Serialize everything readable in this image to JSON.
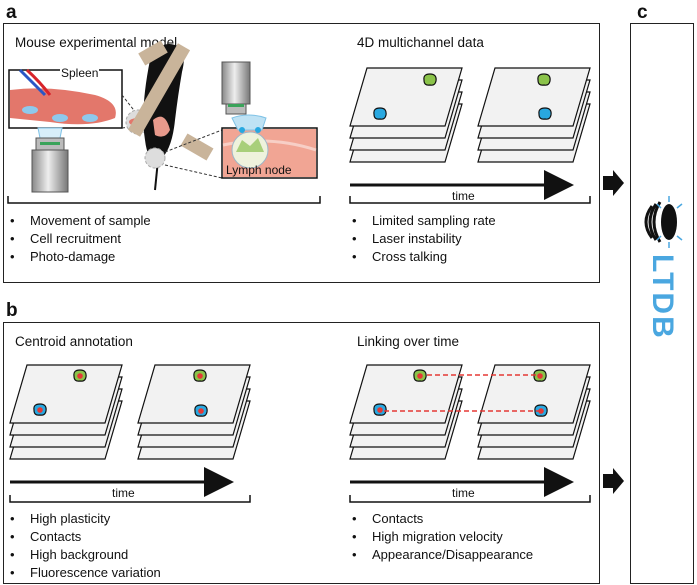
{
  "panels": {
    "a": {
      "letter": "a",
      "left": {
        "title": "Mouse experimental model",
        "spleen_label": "Spleen",
        "lymph_label": "Lymph node",
        "bullets": [
          "Movement of sample",
          "Cell recruitment",
          "Photo-damage"
        ]
      },
      "right": {
        "title": "4D multichannel data",
        "time_label": "time",
        "bullets": [
          "Limited sampling rate",
          "Laser instability",
          "Cross talking"
        ]
      }
    },
    "b": {
      "letter": "b",
      "left": {
        "title": "Centroid annotation",
        "time_label": "time",
        "bullets": [
          "High plasticity",
          "Contacts",
          "High background",
          "Fluorescence variation"
        ]
      },
      "right": {
        "title": "Linking over time",
        "time_label": "time",
        "bullets": [
          "Contacts",
          "High migration velocity",
          "Appearance/Disappearance"
        ]
      }
    },
    "c": {
      "letter": "c",
      "label": "LTDB"
    }
  },
  "colors": {
    "green_cell": "#8bc34a",
    "blue_cell": "#29a8e0",
    "red_centroid": "#e53935",
    "link_line": "#e53935",
    "ltdb_blue": "#4aa7e0",
    "tissue": "#e3776b"
  }
}
